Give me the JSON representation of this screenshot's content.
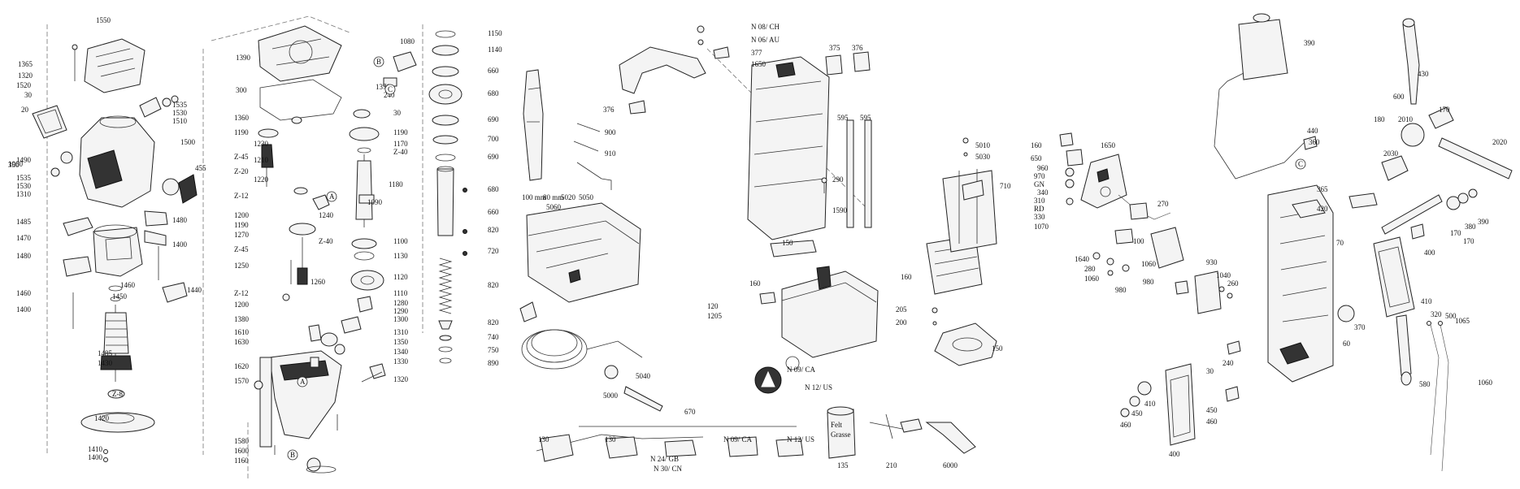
{
  "diagram": {
    "callouts": [
      "1550",
      "1365",
      "1320",
      "1520",
      "30",
      "20",
      "1535",
      "1530",
      "1510",
      "1500",
      "455",
      "1490",
      "1535",
      "1530",
      "1310",
      "1485",
      "1470",
      "1480",
      "1480",
      "1400",
      "1460",
      "1400",
      "1460",
      "1450",
      "1440",
      "1485",
      "1430",
      "Z-8",
      "1420",
      "1410",
      "1400",
      "1390",
      "300",
      "1360",
      "1190",
      "1230",
      "Z-45",
      "1210",
      "Z-20",
      "1220",
      "Z-12",
      "1200",
      "1190",
      "1270",
      "1240",
      "Z-40",
      "Z-45",
      "1250",
      "1260",
      "Z-12",
      "1200",
      "1380",
      "1610",
      "1630",
      "1620",
      "1570",
      "1580",
      "1600",
      "1160",
      "1080",
      "1370",
      "240",
      "30",
      "1190",
      "1170",
      "Z-40",
      "1180",
      "1090",
      "1100",
      "1130",
      "1120",
      "1110",
      "1280",
      "1290",
      "1300",
      "1310",
      "1350",
      "1340",
      "1330",
      "1320",
      "1150",
      "1140",
      "660",
      "680",
      "690",
      "700",
      "690",
      "680",
      "660",
      "820",
      "720",
      "820",
      "820",
      "740",
      "750",
      "890",
      "900",
      "910",
      "100 mm",
      "80 mm",
      "5020",
      "5050",
      "5060",
      "5040",
      "5000",
      "670",
      "130",
      "130",
      "N 24/ GB",
      "N 30/ CN",
      "N 09/ CA",
      "N 12/ US",
      "N 08/ CH",
      "N 06/ AU",
      "377",
      "1650",
      "376",
      "375",
      "376",
      "595",
      "595",
      "290",
      "1590",
      "150",
      "160",
      "120",
      "1205",
      "N 09/ CA",
      "N 12/ US",
      "135",
      "210",
      "6000",
      "5010",
      "5030",
      "710",
      "160",
      "205",
      "200",
      "150",
      "160",
      "650",
      "960",
      "970",
      "GN",
      "340",
      "310",
      "RD",
      "330",
      "1070",
      "1650",
      "270",
      "100",
      "1640",
      "280",
      "1060",
      "980",
      "1060",
      "980",
      "930",
      "1040",
      "260",
      "30",
      "240",
      "460",
      "450",
      "460",
      "450",
      "410",
      "400",
      "390",
      "440",
      "360",
      "365",
      "420",
      "70",
      "60",
      "370",
      "580",
      "430",
      "600",
      "170",
      "180",
      "2010",
      "2030",
      "2020",
      "170",
      "170",
      "380",
      "390",
      "400",
      "410",
      "320",
      "500",
      "1065",
      "1060",
      "1060",
      "350"
    ],
    "logo_markers": [
      "A",
      "A",
      "B",
      "B",
      "C",
      "C"
    ],
    "label_felt": "Felt",
    "label_grease": "Grasse"
  }
}
